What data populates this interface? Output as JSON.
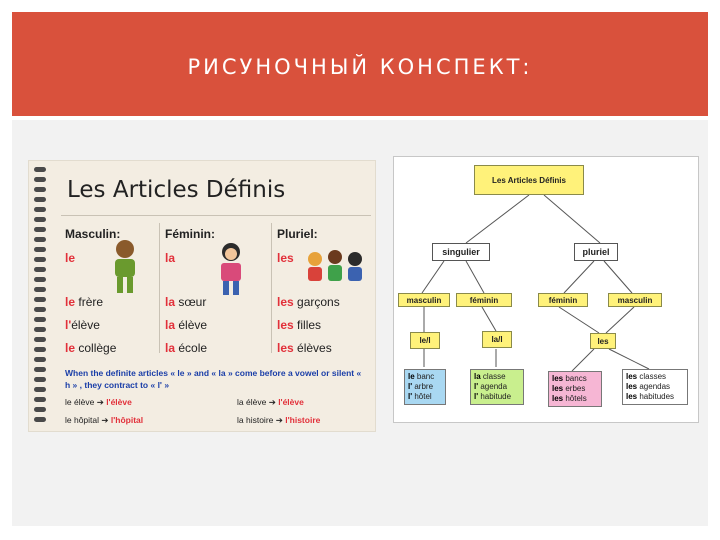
{
  "slide": {
    "title": "РИСУНОЧНЫЙ КОНСПЕКТ:"
  },
  "colors": {
    "title_bar": "#d9513c",
    "article_red": "#e2303a",
    "rule_blue": "#1a3ea8",
    "node_yellow": "#fff27a"
  },
  "notebook": {
    "title": "Les Articles Définis",
    "columns": [
      {
        "head": "Masculin:",
        "article": "le",
        "words": [
          {
            "art": "le",
            "noun": "frère"
          },
          {
            "art": "l'",
            "noun": "élève"
          },
          {
            "art": "le",
            "noun": "collège"
          }
        ]
      },
      {
        "head": "Féminin:",
        "article": "la",
        "words": [
          {
            "art": "la",
            "noun": "sœur"
          },
          {
            "art": "la",
            "noun": "élève"
          },
          {
            "art": "la",
            "noun": "école"
          }
        ]
      },
      {
        "head": "Pluriel:",
        "article": "les",
        "words": [
          {
            "art": "les",
            "noun": "garçons"
          },
          {
            "art": "les",
            "noun": "filles"
          },
          {
            "art": "les",
            "noun": "élèves"
          }
        ]
      }
    ],
    "rule": "When the definite articles « le » and « la » come before a vowel or silent « h » , they contract to « l' »",
    "examples": [
      {
        "from": "le élève",
        "to": "l'élève"
      },
      {
        "from": "la élève",
        "to": "l'élève"
      },
      {
        "from": "le hôpital",
        "to": "l'hôpital"
      },
      {
        "from": "la histoire",
        "to": "l'histoire"
      }
    ],
    "arrow": "➔"
  },
  "map": {
    "root": "Les Articles Définis",
    "singulier": "singulier",
    "pluriel": "pluriel",
    "masc1": "masculin",
    "fem1": "féminin",
    "fem2": "féminin",
    "masc2": "masculin",
    "le_l": "le/l",
    "la_l": "la/l",
    "les": "les",
    "box1": [
      {
        "a": "le",
        "n": "banc"
      },
      {
        "a": "l'",
        "n": "arbre"
      },
      {
        "a": "l'",
        "n": "hôtel"
      }
    ],
    "box2": [
      {
        "a": "la",
        "n": "classe"
      },
      {
        "a": "l'",
        "n": "agenda"
      },
      {
        "a": "l'",
        "n": "habitude"
      }
    ],
    "box3": [
      {
        "a": "les",
        "n": "bancs"
      },
      {
        "a": "les",
        "n": "erbes"
      },
      {
        "a": "les",
        "n": "hôtels"
      }
    ],
    "box4": [
      {
        "a": "les",
        "n": "classes"
      },
      {
        "a": "les",
        "n": "agendas"
      },
      {
        "a": "les",
        "n": "habitudes"
      }
    ]
  }
}
